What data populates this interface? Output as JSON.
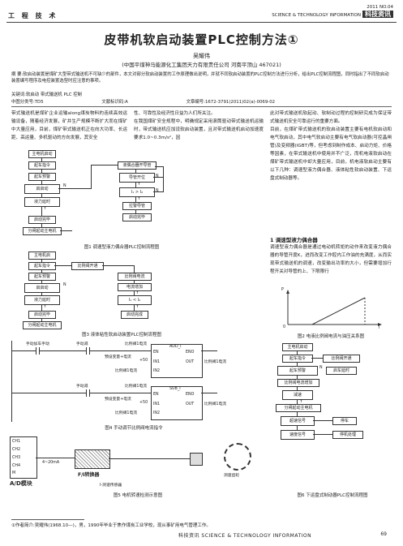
{
  "header": {
    "section": "工 程 技 术",
    "issue": "2011  NO.04",
    "journal_en": "SCIENCE & TECHNOLOGY INFORMATION",
    "journal_cn": "科技资讯"
  },
  "title": "皮带机软启动装置PLC控制方法①",
  "author": "吴耀伟",
  "affiliation": "(中国平煤神马能源化工集团天力有限责任公司   河南平顶山   467021)",
  "abstract": "摘 要:软启动装置是煤矿大型带式输送机不可缺少的部件，本文对部分软启动装置的工作原理做出说明，并就不同软启动装置的PLC控制方法进行分析，给出PLC控制流程图，同时指出了不同软启动装置编写程序及电控装置选型时应注意的事项。",
  "keywords": "关键词:软启动   带式输送机   PLC   控制",
  "classification": {
    "clc": "中图分类号:TD5",
    "code": "文献标识码:A",
    "article": "文章编号:1672-3791(2011)02(a)-0069-02"
  },
  "col1": "带式输送机是煤矿企业运输along煤炭物料的连续高效运输设备，随着经济发展，矿井生产规模不断扩大而在煤矿中大量应用，目前，煤矿带式输送机正在向大功率、长运距、高运量、多机驱动的方向发展，其安全",
  "col2": "性、可靠性及经济性日益为人们所关注。\n在我国煤矿安全规程中，明确规定采用滚筒驱动带式输送机运输时，带式输送机应加设软启动装置，且对带式输送机启动加速度要求1.0~0.3m/s²，因",
  "col3": "此对带式输送机软起动、软制动过程的控制研究成为保证带式输送机安全可靠运行的重要方面。\n目前，在煤矿带式输送机的软启动装置主要有电机软启动和电气软启动，其中电气软启动主要有电气软启动器(可控晶闸管)及变频器(IGBT)等，但考虑到制作成本、启动力矩、价格等因素，在带式输送机中使用并不广泛，而机电液软启动在煤矿带式输送机中却大量应用，目前，机电液软启动主要有以下几种：调速型液力偶合器、液体粘性软启动装置、下运盘式制动器等。",
  "section1": "1  调速型液力偶合器",
  "section1_text": "调速型液力偶合器是通过电动机转矩的动作来改变液力偶合器的导管开度K，进而改变工作腔内工作油的充满度，从而实现带式输送机的调速，改变输出功率的大小，但需要增加行程开关对导管的上、下限限行",
  "fig1": {
    "caption": "图1  调速型液力偶合器PLC控制流程图",
    "left_boxes": [
      "主电机启动",
      "起车指令",
      "起车预警",
      "启启动",
      "N",
      "液力延时",
      "Y",
      "启动完毕",
      "分闸起动主电机"
    ],
    "right_boxes": [
      "液偶合器开导管",
      "导管开位",
      "Y",
      "I₁ > I₂",
      "Y",
      "拉警导管",
      "启动完毕"
    ],
    "labels": [
      "N",
      "N",
      "N"
    ]
  },
  "fig3": {
    "caption": "图3  液体粘性软启动装置PLC控制流程图",
    "left_boxes": [
      "主电机启",
      "起车指令",
      "起车预警",
      "启启动",
      "N",
      "液力延时",
      "Y",
      "启动完毕",
      "分闸起动主电机"
    ],
    "right_boxes": [
      "比例阀开通",
      "比例阀电流",
      "电流增加",
      "Y",
      "I₁ < I₂",
      "Y",
      "启动完成"
    ]
  },
  "fig4": {
    "caption": "图4  手动调节比例阀电流指令",
    "rung1": {
      "contact1": "手动加车手动",
      "contact2": "手动减",
      "label_add": "比例阀1电流",
      "block": "ADD_I",
      "en": "EN",
      "eno": "ENO",
      "in1_label": "预设变量+电流",
      "in1": "+50",
      "out": "OUT",
      "out_label": "比例阀1电流",
      "in2": "IN2",
      "in2_label": "比例阀1电流"
    },
    "rung2": {
      "contact1": "手动减",
      "label_sub": "比例阀1电流",
      "block": "SUB_I",
      "en": "EN",
      "eno": "ENO",
      "in1_label": "预设变量+电流",
      "in1": "+50",
      "out": "OUT",
      "out_label": "比例阀1电流",
      "in2": "IN2",
      "in2_label": "比例阀1电流"
    }
  },
  "fig2": {
    "caption": "图2  电液比例阀电流与油压关系图",
    "ylabel": "P",
    "xlabel": "I",
    "origin": "0"
  },
  "fig5": {
    "caption": "图5  电机转速检测示意图",
    "labels": [
      "A/D模块",
      "F/I转换器",
      "I-测速传感器",
      "测速齿轮",
      "4~20mA"
    ],
    "rows": [
      "CH1",
      "CH2",
      "CH3",
      "CH4",
      "M"
    ]
  },
  "fig6": {
    "caption": "图6  下运盘式制动器PLC控制流程图",
    "boxes": [
      "主电机启动",
      "起车指令",
      "比例阀开通",
      "起车预警",
      "N",
      "启车延时",
      "比例阀电流增加",
      "减速",
      "Y",
      "分闸起动主电机",
      "超速信号",
      "停车",
      "速度信号",
      "停机处理"
    ]
  },
  "footnote": "①作者简介:吴耀伟(1968.10—)，男，1990年毕业于焦作煤炭工业学校，现从事矿用电气管理工作。",
  "page": {
    "journal_foot": "科技资讯  SCIENCE & TECHNOLOGY INFORMATION",
    "number": "69"
  }
}
